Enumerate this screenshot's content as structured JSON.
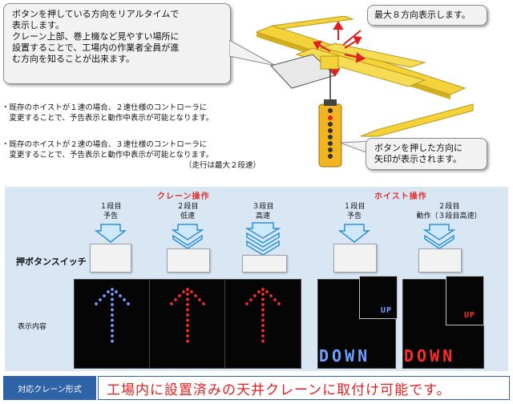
{
  "callouts": {
    "top_left": [
      "ボタンを押している方向をリアルタイムで",
      "表示します。",
      "クレーン上部、巻上機など見やすい場所に",
      "設置することで、工場内の作業者全員が進",
      "む方向を知ることが出来ます。"
    ],
    "top_right": "最大８方向表示します。",
    "mid_right": [
      "ボタンを押した方向に",
      "矢印が表示されます。"
    ]
  },
  "bullets": [
    [
      "・既存のホイストが１速の場合、２速仕様のコントローラに",
      "　変更することで、予告表示と動作中表示が可能となります。"
    ],
    [
      "・既存のホイストが２速の場合、３速仕様のコントローラに",
      "　変更することで、予告表示と動作中表示が可能となります。"
    ]
  ],
  "bullet_note": "（走行は最大２段速）",
  "panel": {
    "crane_title": "クレーン操作",
    "hoist_title": "ホイスト操作",
    "push_button_label": "押ボタンスイッチ",
    "display_label": "表示内容",
    "levels": {
      "crane1": [
        "１段目",
        "予告"
      ],
      "crane2": [
        "２段目",
        "低速"
      ],
      "crane3": [
        "３段目",
        "高速"
      ],
      "hoist1": [
        "１段目",
        "予告"
      ],
      "hoist2": [
        "２段目",
        "動作（３段目高速）"
      ]
    },
    "up_text": "UP",
    "down_text": "DOWN",
    "colors": {
      "blue_led": "#6fa0ff",
      "red_led": "#ff2a2a",
      "arrow_fill": "#cfe9fb",
      "arrow_stroke": "#2f8fd6"
    }
  },
  "footer": {
    "label": "対応クレーン形式",
    "text": "工場内に設置済みの天井クレーンに取付け可能です。"
  }
}
